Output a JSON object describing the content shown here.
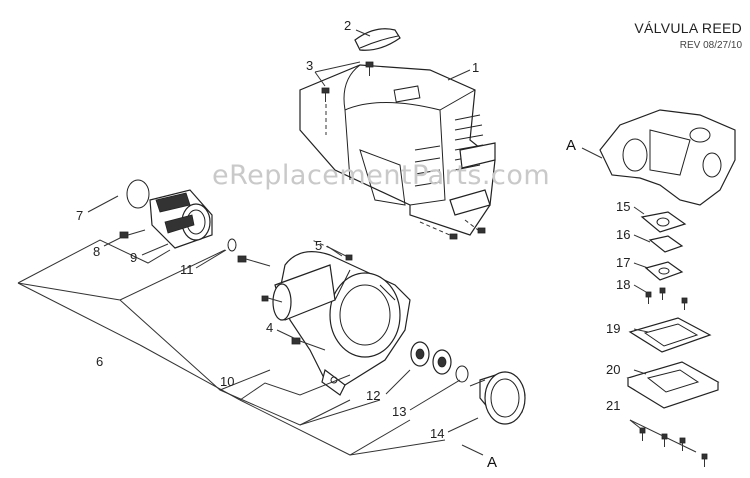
{
  "header": {
    "title": "VÁLVULA REED",
    "revision": "REV 08/27/10"
  },
  "watermark": "eReplacementParts.com",
  "callouts": [
    "1",
    "2",
    "3",
    "4",
    "5",
    "6",
    "7",
    "8",
    "9",
    "10",
    "11",
    "12",
    "13",
    "14",
    "15",
    "16",
    "17",
    "18",
    "19",
    "20",
    "21"
  ],
  "reference_labels": {
    "top": "A",
    "bottom": "A"
  }
}
